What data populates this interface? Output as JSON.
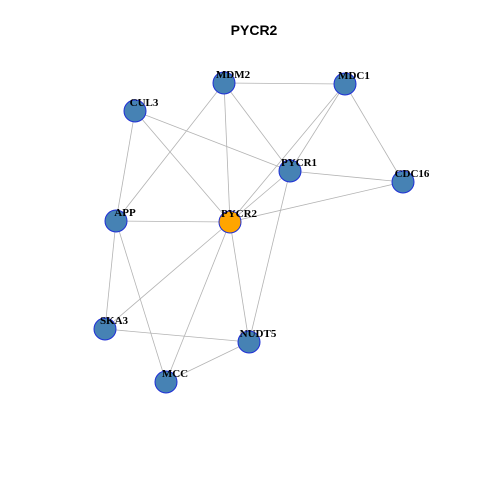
{
  "title": "PYCR2",
  "colors": {
    "background": "#ffffff",
    "node_fill": "#4682b4",
    "center_fill": "#ffa500",
    "node_stroke": "#1f2fd6",
    "edge": "#b3b3b3"
  },
  "graph": {
    "center": "PYCR2",
    "nodes": [
      {
        "id": "MDM2",
        "label": "MDM2"
      },
      {
        "id": "MDC1",
        "label": "MDC1"
      },
      {
        "id": "CUL3",
        "label": "CUL3"
      },
      {
        "id": "PYCR1",
        "label": "PYCR1"
      },
      {
        "id": "CDC16",
        "label": "CDC16"
      },
      {
        "id": "APP",
        "label": "APP"
      },
      {
        "id": "PYCR2",
        "label": "PYCR2"
      },
      {
        "id": "SKA3",
        "label": "SKA3"
      },
      {
        "id": "NUDT5",
        "label": "NUDT5"
      },
      {
        "id": "MCC",
        "label": "MCC"
      }
    ],
    "edges": [
      [
        "MDM2",
        "MDC1"
      ],
      [
        "MDM2",
        "PYCR1"
      ],
      [
        "MDM2",
        "PYCR2"
      ],
      [
        "MDM2",
        "APP"
      ],
      [
        "MDC1",
        "PYCR1"
      ],
      [
        "MDC1",
        "PYCR2"
      ],
      [
        "MDC1",
        "CDC16"
      ],
      [
        "CUL3",
        "PYCR1"
      ],
      [
        "CUL3",
        "PYCR2"
      ],
      [
        "CUL3",
        "APP"
      ],
      [
        "PYCR1",
        "CDC16"
      ],
      [
        "PYCR1",
        "PYCR2"
      ],
      [
        "PYCR1",
        "NUDT5"
      ],
      [
        "CDC16",
        "PYCR2"
      ],
      [
        "APP",
        "PYCR2"
      ],
      [
        "APP",
        "SKA3"
      ],
      [
        "APP",
        "MCC"
      ],
      [
        "PYCR2",
        "SKA3"
      ],
      [
        "PYCR2",
        "NUDT5"
      ],
      [
        "PYCR2",
        "MCC"
      ],
      [
        "SKA3",
        "NUDT5"
      ],
      [
        "NUDT5",
        "MCC"
      ]
    ]
  }
}
